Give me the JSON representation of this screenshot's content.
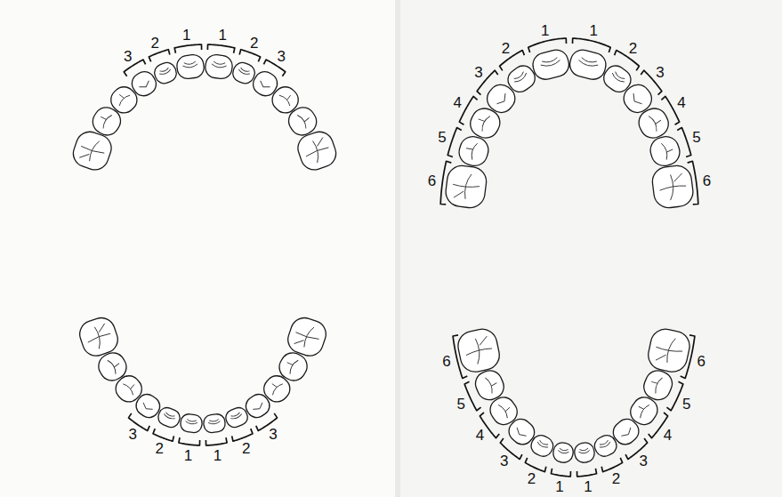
{
  "diagram": {
    "labels": [
      "3",
      "2",
      "1",
      "1",
      "2",
      "3",
      "3",
      "2",
      "1",
      "1",
      "2",
      "3",
      "6",
      "5",
      "4",
      "3",
      "2",
      "1",
      "1",
      "2",
      "3",
      "4",
      "5",
      "6",
      "6",
      "5",
      "4",
      "3",
      "2",
      "1",
      "1",
      "2",
      "3",
      "4",
      "5",
      "6"
    ]
  }
}
